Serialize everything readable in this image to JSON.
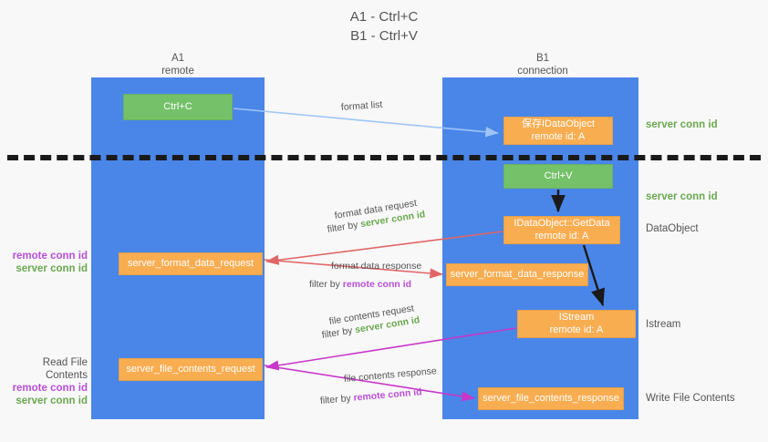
{
  "title": "A1 - Ctrl+C\nB1 - Ctrl+V",
  "columns": {
    "left": {
      "name": "A1",
      "role": "remote",
      "label": "A1\nremote"
    },
    "right": {
      "name": "B1",
      "role": "connection",
      "label": "B1\nconnection"
    }
  },
  "nodes": {
    "ctrl_c": {
      "label": "Ctrl+C",
      "color": "#74c16a"
    },
    "save_idataobject": {
      "label": "保存IDataObject\nremote id: A",
      "color": "#f9ad51"
    },
    "ctrl_v": {
      "label": "Ctrl+V",
      "color": "#74c16a"
    },
    "getdata": {
      "label": "IDataObject::GetData\nremote id: A",
      "color": "#f9ad51"
    },
    "istream": {
      "label": "IStream\nremote id: A",
      "color": "#f9ad51"
    },
    "server_format_data_request": {
      "label": "server_format_data_request",
      "color": "#f9ad51"
    },
    "server_format_data_response": {
      "label": "server_format_data_response",
      "color": "#f9ad51"
    },
    "server_file_contents_request": {
      "label": "server_file_contents_request",
      "color": "#f9ad51"
    },
    "server_file_contents_response": {
      "label": "server_file_contents_response",
      "color": "#f9ad51"
    }
  },
  "edges": {
    "format_list": "format list",
    "format_data_request": "format data request",
    "format_data_request_filter_prefix": "filter by ",
    "format_data_request_filter_key": "server conn id",
    "format_data_response": "format data response",
    "format_data_response_filter_prefix": "filter by ",
    "format_data_response_filter_key": "remote conn id",
    "file_contents_request": "file contents request",
    "file_contents_request_filter_prefix": "filter by ",
    "file_contents_request_filter_key": "server conn id",
    "file_contents_response": "file contents response",
    "file_contents_response_filter_prefix": "filter by ",
    "file_contents_response_filter_key": "remote conn id"
  },
  "annotations": {
    "server_conn_id_top": "server conn id",
    "server_conn_id_second": "server conn id",
    "dataobject": "DataObject",
    "istream": "Istream",
    "write_file_contents": "Write File Contents",
    "read_file_contents": "Read File Contents",
    "left_remote_conn_id_1": "remote conn id",
    "left_server_conn_id_1": "server conn id",
    "left_remote_conn_id_2": "remote conn id",
    "left_server_conn_id_2": "server conn id"
  },
  "colors": {
    "lifeline": "#4a86e8",
    "green_node": "#74c16a",
    "orange_node": "#f9ad51",
    "server_conn_id": "#6aa84f",
    "remote_conn_id": "#b84fd8",
    "arrow_blue": "#9fc5f8",
    "arrow_red": "#e06666",
    "arrow_magenta": "#c936c9",
    "arrow_dark": "#1a1a1a",
    "background": "#f8f8f8",
    "divider": "#1a1a1a"
  }
}
